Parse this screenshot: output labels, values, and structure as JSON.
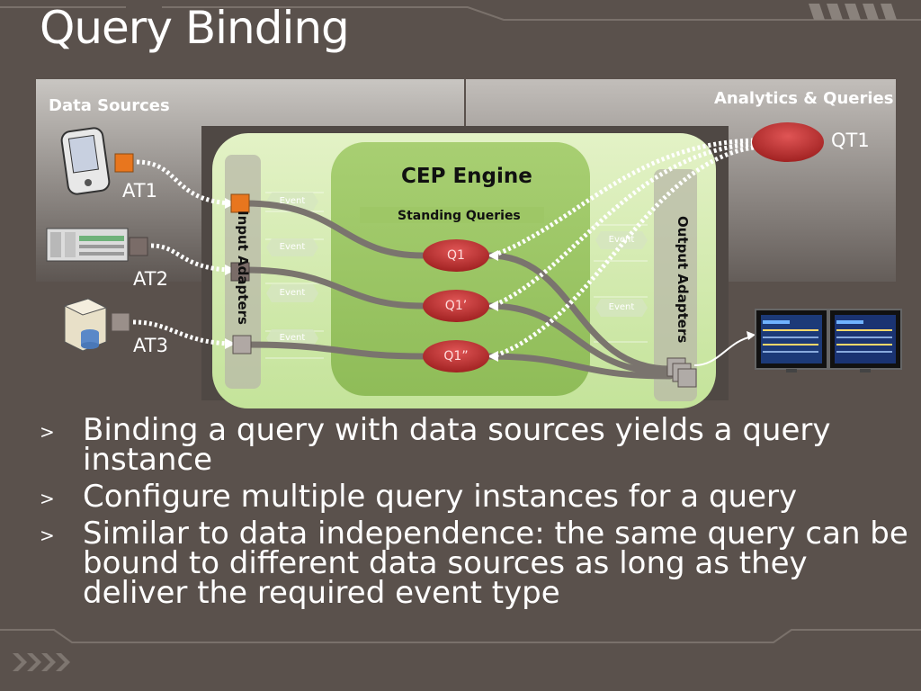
{
  "slide": {
    "title": "Query Binding",
    "panels": {
      "data_sources": "Data Sources",
      "analytics": "Analytics & Queries"
    },
    "sources": [
      {
        "label": "AT1",
        "icon": "handheld-device-icon"
      },
      {
        "label": "AT2",
        "icon": "server-rack-icon"
      },
      {
        "label": "AT3",
        "icon": "database-server-icon"
      }
    ],
    "engine": {
      "title": "CEP Engine",
      "standing_queries": "Standing Queries",
      "input_adapters": "Input Adapters",
      "output_adapters": "Output Adapters",
      "event_label": "Event",
      "queries": [
        "Q1",
        "Q1’",
        "Q1”"
      ]
    },
    "query_template": "QT1",
    "bullets": [
      "Binding a query with data sources yields a query instance",
      "Configure multiple query instances for a query",
      "Similar to data independence: the same query can be bound to different data sources as long as they deliver the required event type"
    ],
    "colors": {
      "background": "#5a514c",
      "engine_green": "#b8d98a",
      "query_red": "#c0302e",
      "source_orange": "#e8761e"
    }
  }
}
